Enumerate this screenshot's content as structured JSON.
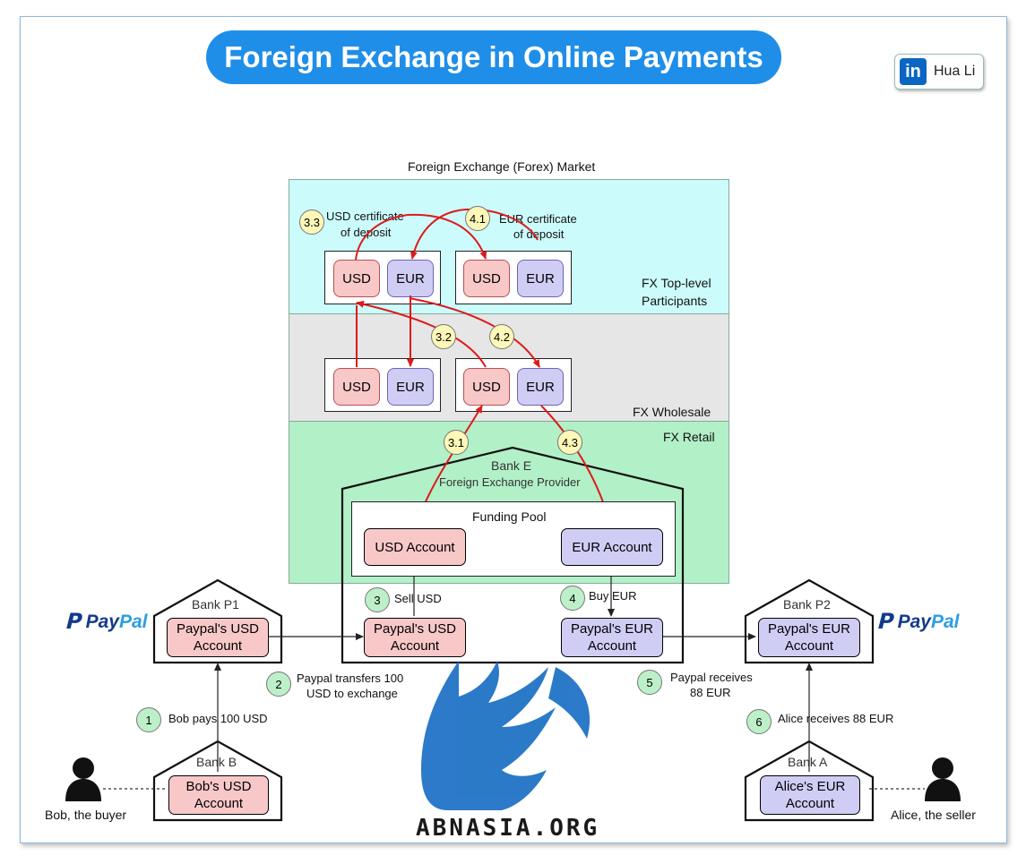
{
  "title": "Foreign Exchange in Online Payments",
  "author": {
    "logo": "in",
    "name": "Hua Li"
  },
  "market_title": "Foreign Exchange (Forex) Market",
  "tiers": {
    "top": [
      "FX Top-level",
      "Participants"
    ],
    "wholesale": "FX Wholesale",
    "retail": "FX Retail"
  },
  "currency": {
    "usd": "USD",
    "eur": "EUR"
  },
  "certificates": {
    "usd": [
      "USD certificate",
      "of deposit"
    ],
    "eur": [
      "EUR certificate",
      "of deposit"
    ]
  },
  "bank_e": {
    "name": "Bank E",
    "subtitle": "Foreign Exchange Provider",
    "pool_title": "Funding Pool",
    "usd_account": "USD Account",
    "eur_account": "EUR Account",
    "paypal_usd": [
      "Paypal's USD",
      "Account"
    ],
    "paypal_eur": [
      "Paypal's EUR",
      "Account"
    ]
  },
  "bank_p1": {
    "name": "Bank P1",
    "account": [
      "Paypal's USD",
      "Account"
    ]
  },
  "bank_p2": {
    "name": "Bank P2",
    "account": [
      "Paypal's EUR",
      "Account"
    ]
  },
  "bank_b": {
    "name": "Bank B",
    "account": [
      "Bob's USD",
      "Account"
    ]
  },
  "bank_a": {
    "name": "Bank A",
    "account": [
      "Alice's EUR",
      "Account"
    ]
  },
  "paypal_logo": {
    "pay": "Pay",
    "pal": "Pal"
  },
  "people": {
    "buyer": "Bob, the buyer",
    "seller": "Alice, the seller"
  },
  "steps": {
    "s1": {
      "n": "1",
      "text": "Bob pays 100 USD"
    },
    "s2": {
      "n": "2",
      "text": [
        "Paypal transfers 100",
        "USD to exchange"
      ]
    },
    "s3": {
      "n": "3",
      "text": "Sell USD"
    },
    "s4": {
      "n": "4",
      "text": "Buy EUR"
    },
    "s5": {
      "n": "5",
      "text": [
        "Paypal receives",
        "88 EUR"
      ]
    },
    "s6": {
      "n": "6",
      "text": "Alice receives 88 EUR"
    },
    "s31": "3.1",
    "s32": "3.2",
    "s33": "3.3",
    "s41": "4.1",
    "s42": "4.2",
    "s43": "4.3"
  },
  "watermark": "ABNASIA.ORG",
  "colors": {
    "title_bg": "#1f8ee8",
    "top_band": "#ccfbfb",
    "wholesale_band": "#e6e6e6",
    "retail_band": "#b2f0c8",
    "usd_fill": "#f8c8c8",
    "eur_fill": "#d0cdf5",
    "flow_red": "#dd1a1a",
    "watermark_blue": "#1a6fc4"
  }
}
